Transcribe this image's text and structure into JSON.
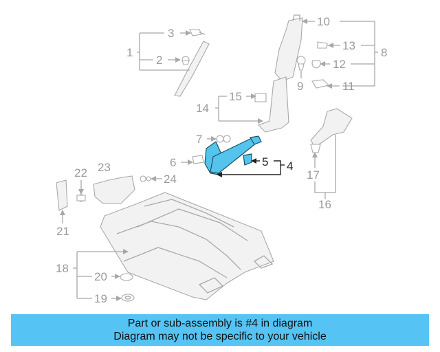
{
  "callouts": {
    "c1": "1",
    "c2": "2",
    "c3": "3",
    "c4": "4",
    "c5": "5",
    "c6": "6",
    "c7": "7",
    "c8": "8",
    "c9": "9",
    "c10": "10",
    "c11": "11",
    "c12": "12",
    "c13": "13",
    "c14": "14",
    "c15": "15",
    "c16": "16",
    "c17": "17",
    "c18": "18",
    "c19": "19",
    "c20": "20",
    "c21": "21",
    "c22": "22",
    "c23": "23",
    "c24": "24"
  },
  "highlighted_part": "4",
  "colors": {
    "highlight": "#55c4ec",
    "banner": "#55c4f5",
    "lines": "#a8a8a8"
  },
  "banner": {
    "line1": "Part or sub-assembly is #4 in diagram",
    "line2": "Diagram may not be specific to your vehicle"
  }
}
